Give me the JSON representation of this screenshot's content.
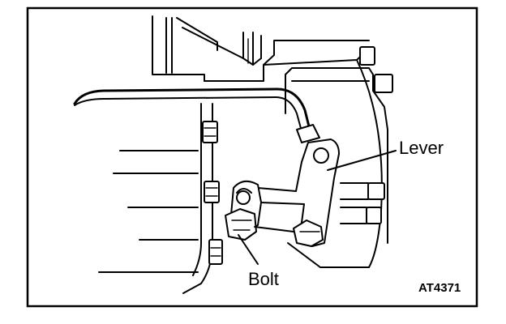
{
  "labels": {
    "lever": "Lever",
    "bolt": "Bolt"
  },
  "figure_code": "AT4371"
}
